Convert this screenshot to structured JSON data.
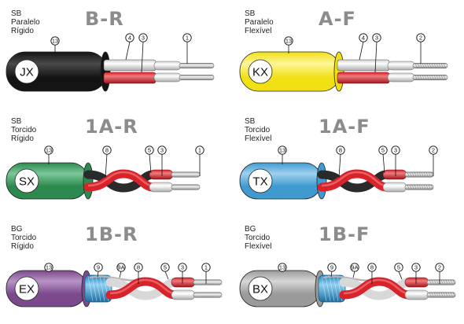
{
  "panels": [
    {
      "line1": "SB",
      "line2": "Paralelo",
      "line3": "Rígido",
      "code": "B-R",
      "type": "JX",
      "jacket": "#141414",
      "jacket_light": "#4a4a4a",
      "mode": "parallel",
      "stranded": false,
      "shield": false,
      "drain": false,
      "labels": [
        "13",
        "4",
        "3",
        "1"
      ]
    },
    {
      "line1": "SB",
      "line2": "Paralelo",
      "line3": "Flexível",
      "code": "A-F",
      "type": "KX",
      "jacket": "#f0e014",
      "jacket_light": "#fff59a",
      "mode": "parallel",
      "stranded": true,
      "shield": false,
      "drain": false,
      "labels": [
        "13",
        "4",
        "3",
        "2"
      ]
    },
    {
      "line1": "SB",
      "line2": "Torcido",
      "line3": "Rígido",
      "code": "1A-R",
      "type": "SX",
      "jacket": "#2d8a4e",
      "jacket_light": "#7cc79a",
      "mode": "twisted",
      "stranded": false,
      "shield": false,
      "drain": false,
      "labels": [
        "13",
        "8",
        "5",
        "3",
        "1"
      ]
    },
    {
      "line1": "SB",
      "line2": "Torcido",
      "line3": "Flexível",
      "code": "1A-F",
      "type": "TX",
      "jacket": "#3f9ad0",
      "jacket_light": "#9fd0ef",
      "mode": "twisted",
      "stranded": true,
      "shield": false,
      "drain": false,
      "labels": [
        "13",
        "8",
        "5",
        "3",
        "2"
      ]
    },
    {
      "line1": "BG",
      "line2": "Torcido",
      "line3": "Rígido",
      "code": "1B-R",
      "type": "EX",
      "jacket": "#7c4a8c",
      "jacket_light": "#b894c6",
      "mode": "twisted",
      "stranded": false,
      "shield": true,
      "drain": true,
      "labels": [
        "13",
        "9",
        "9A",
        "8",
        "5",
        "3",
        "1"
      ]
    },
    {
      "line1": "BG",
      "line2": "Torcido",
      "line3": "Flexível",
      "code": "1B-F",
      "type": "BX",
      "jacket": "#9a9a9a",
      "jacket_light": "#d6d6d6",
      "mode": "twisted",
      "stranded": true,
      "shield": true,
      "drain": true,
      "labels": [
        "13",
        "9",
        "9A",
        "8",
        "5",
        "3",
        "2"
      ]
    }
  ],
  "colors": {
    "red": "#d8232a",
    "red_light": "#f07a7e",
    "white": "#f4f4f4",
    "shield": "#3aa0d8",
    "conductor": "#d9d9d9"
  }
}
